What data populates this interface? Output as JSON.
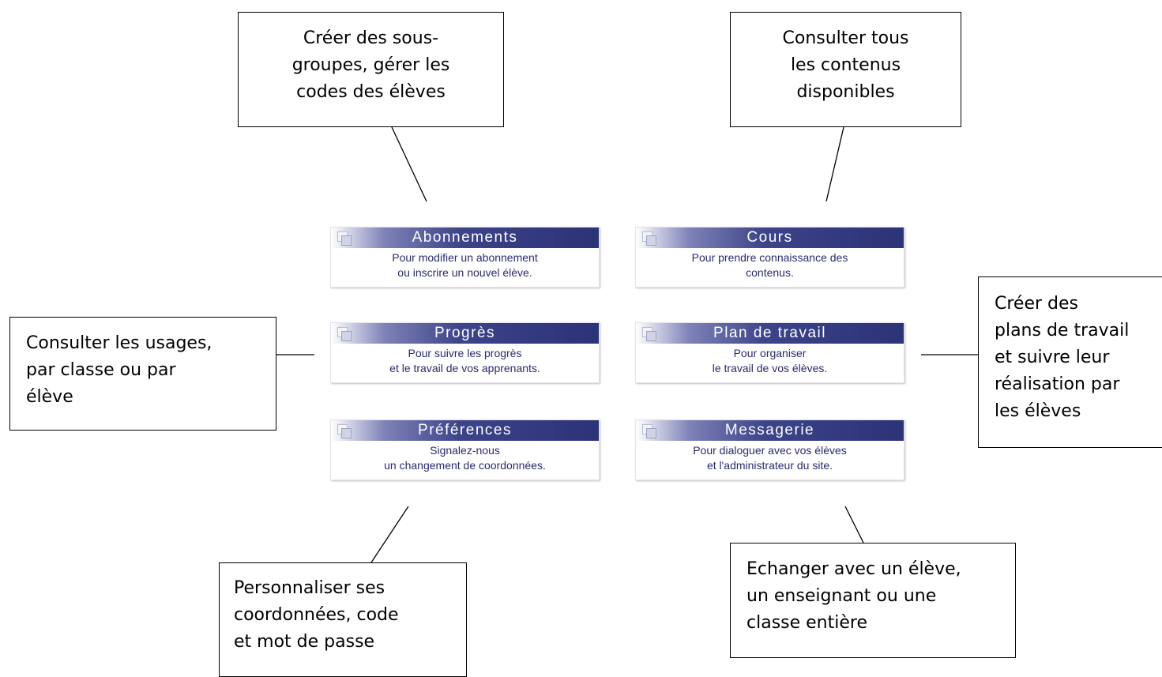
{
  "callouts": {
    "abonnements": "Créer des sous-\ngroupes, gérer les\ncodes des élèves",
    "cours": "Consulter tous\nles contenus\ndisponibles",
    "progres": "Consulter les usages,\npar classe ou par\nélève",
    "plan": "Créer des\nplans de travail\net suivre leur\nréalisation par\nles élèves",
    "preferences": "Personnaliser ses\ncoordonnées, code\net mot de passe",
    "messagerie": "Echanger avec un élève,\nun enseignant ou une\nclasse entière"
  },
  "tiles": {
    "abonnements": {
      "title": "Abonnements",
      "line1": "Pour modifier un abonnement",
      "line2": "ou inscrire un nouvel élève."
    },
    "cours": {
      "title": "Cours",
      "line1": "Pour prendre connaissance des",
      "line2": "contenus."
    },
    "progres": {
      "title": "Progrès",
      "line1": "Pour suivre les progrès",
      "line2": "et le travail de vos apprenants."
    },
    "plan": {
      "title": "Plan de travail",
      "line1": "Pour organiser",
      "line2": "le travail de vos élèves."
    },
    "preferences": {
      "title": "Préférences",
      "line1": "Signalez-nous",
      "line2": "un changement de coordonnées."
    },
    "messagerie": {
      "title": "Messagerie",
      "line1": "Pour dialoguer avec vos élèves",
      "line2": "et l'administrateur du site."
    }
  },
  "colors": {
    "header_dark": "#2c3377",
    "header_mid": "#3d4489",
    "body_text": "#2a2a6e"
  }
}
